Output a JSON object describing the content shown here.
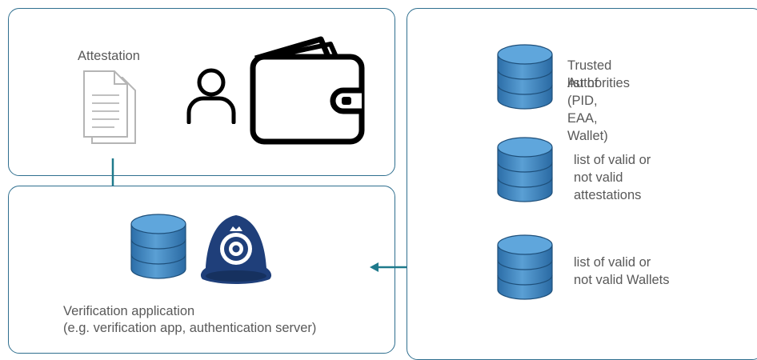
{
  "holder": {
    "attestation_label": "Attestation"
  },
  "verifier": {
    "label_line1": "Verification application",
    "label_line2": "(e.g. verification app, authentication server)"
  },
  "registry": {
    "items": [
      {
        "lines": [
          "Trusted list of",
          "Authorities",
          "(PID, EAA, Wallet)"
        ]
      },
      {
        "lines": [
          "list of valid or",
          "not valid",
          "attestations"
        ]
      },
      {
        "lines": [
          "list of valid or",
          "not valid Wallets"
        ]
      }
    ]
  },
  "colors": {
    "frame": "#2f6f8f",
    "arrow": "#1f7a8c",
    "database": "#3d7fb8",
    "helmet": "#1f3f7a",
    "text": "#595959"
  },
  "icons": [
    "document-icon",
    "user-icon",
    "wallet-icon",
    "database-icon",
    "police-helmet-icon"
  ]
}
